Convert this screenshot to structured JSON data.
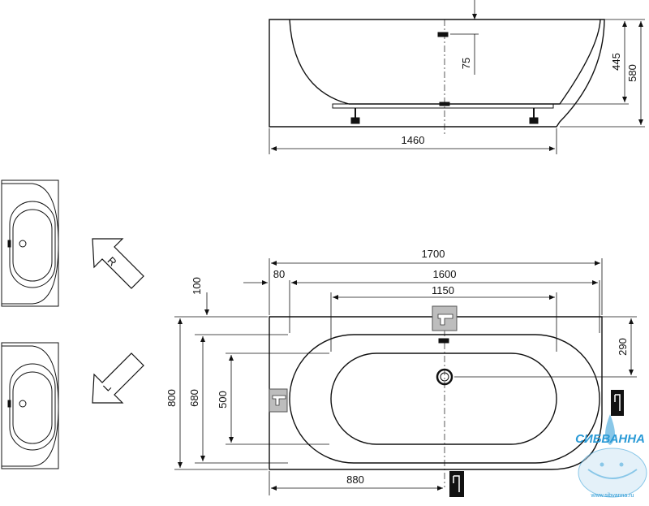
{
  "side_view": {
    "length": "1460",
    "depth_overflow": "75",
    "height_rim": "445",
    "height_total": "580"
  },
  "top_view": {
    "length_total": "1700",
    "length_inner": "1600",
    "length_basin": "1150",
    "offset_left": "80",
    "offset_top": "100",
    "width_total": "800",
    "width_inner": "680",
    "width_basin": "500",
    "drain_offset": "290",
    "drain_position": "880"
  },
  "variants": {
    "right_label": "R",
    "left_label": "L"
  },
  "watermark": {
    "brand": "СИБВАННА",
    "url": "www.sibvanna.ru"
  },
  "colors": {
    "line": "#111111",
    "watermark": "#2a9ad6"
  }
}
